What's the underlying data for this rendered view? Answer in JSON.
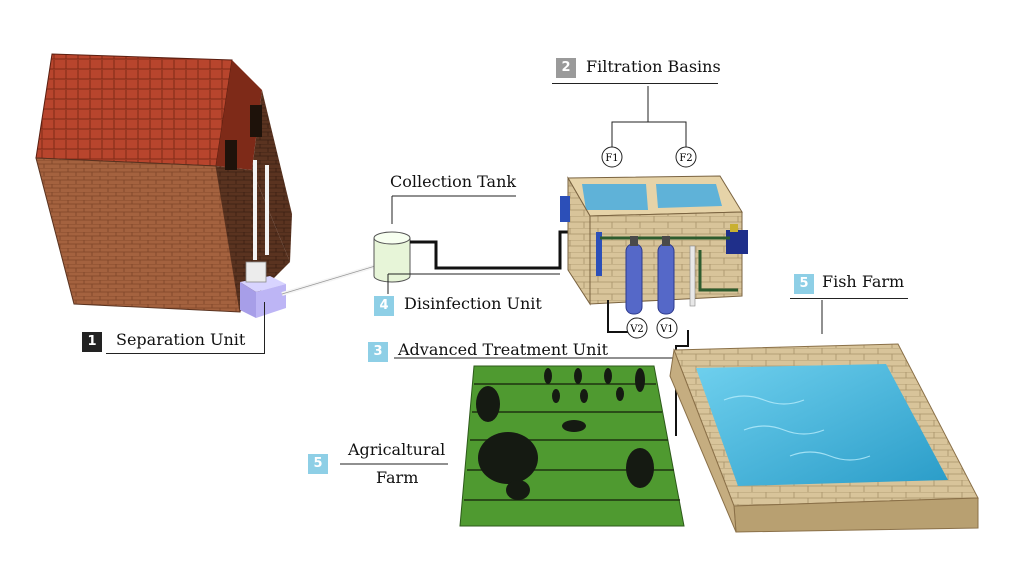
{
  "labels": {
    "separation": {
      "num": "1",
      "text": "Separation Unit"
    },
    "filtration": {
      "num": "2",
      "text": "Filtration Basins"
    },
    "advanced": {
      "num": "3",
      "text": "Advanced Treatment Unit"
    },
    "disinfection": {
      "num": "4",
      "text": "Disinfection Unit"
    },
    "fish": {
      "num": "5",
      "text": "Fish Farm"
    },
    "agri": {
      "num": "5",
      "line1": "Agricaltural",
      "line2": "Farm"
    },
    "collection": {
      "text": "Collection Tank"
    }
  },
  "filters": [
    "F1",
    "F2"
  ],
  "valves": [
    "V2",
    "V1"
  ],
  "colors": {
    "badge_dark": "#222222",
    "badge_gray": "#9a9a9a",
    "badge_light": "#8ecfe6",
    "roof": "#b5432c",
    "brick": "#a0603e",
    "grass": "#4f9a30",
    "water": "#3fb0d6",
    "stone": "#d8c49a",
    "filter_column": "#5568c8",
    "separator": "#b9b0f2"
  }
}
